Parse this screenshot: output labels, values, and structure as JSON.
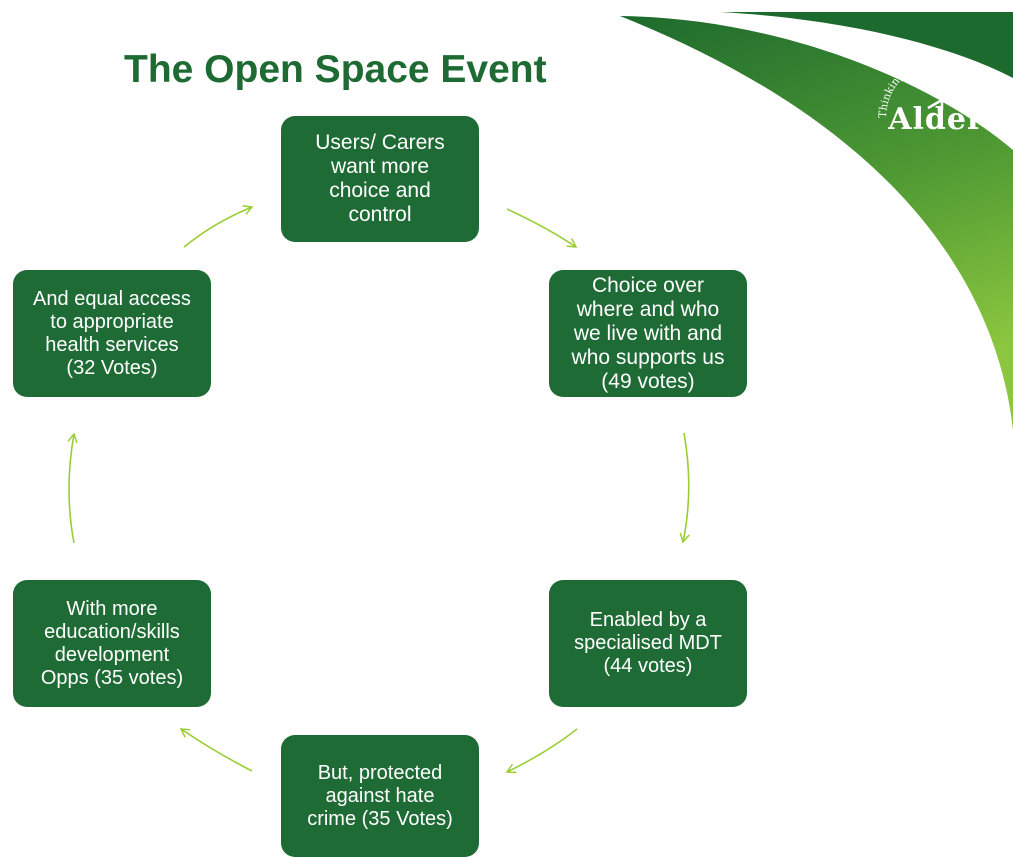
{
  "title": "The Open Space Event",
  "logo": {
    "word": "Alder",
    "arc_text": "Thinking Collaborating Advising Solving"
  },
  "colors": {
    "box_fill": "#1f6b35",
    "title": "#1e6a33",
    "arrow": "#9acd32",
    "swoosh_dark": "#1d6a2e",
    "swoosh_light": "#8cc63f"
  },
  "cycle": [
    {
      "id": "users-carers",
      "text": "Users/ Carers\nwant more\nchoice and\ncontrol"
    },
    {
      "id": "choice-over",
      "text": "Choice over\nwhere and who\nwe live with and\nwho supports us\n(49 votes)"
    },
    {
      "id": "enabled-mdt",
      "text": "Enabled by a\nspecialised MDT\n(44 votes)"
    },
    {
      "id": "protected-hate-crime",
      "text": "But, protected\nagainst hate\ncrime (35 Votes)"
    },
    {
      "id": "education-skills",
      "text": "With more\neducation/skills\ndevelopment\nOpps (35 votes)"
    },
    {
      "id": "equal-access",
      "text": "And equal access\nto appropriate\nhealth services\n(32 Votes)"
    }
  ]
}
